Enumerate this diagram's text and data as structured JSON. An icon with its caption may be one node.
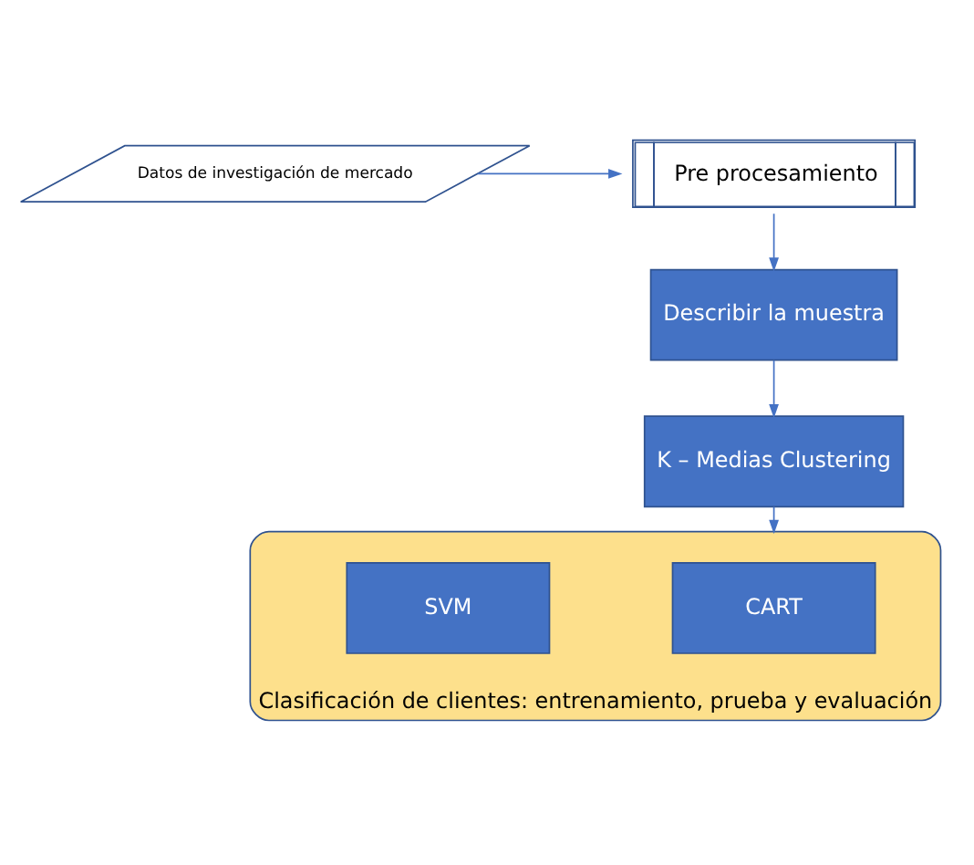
{
  "diagram": {
    "nodes": [
      {
        "text": [
          "Datos de investigación de mercado"
        ]
      },
      {
        "text": [
          "Pre procesamiento"
        ]
      },
      {
        "text": [
          "Describir la muestra"
        ]
      },
      {
        "text": [
          "K – Medias Clustering"
        ]
      },
      {
        "text": [
          "Clasificación de clientes: entrenamiento, prueba y evaluación"
        ]
      },
      {
        "text": [
          "CART"
        ],
        "in": 4
      },
      {
        "text": [
          "SVM"
        ],
        "in": 4
      }
    ],
    "edges": [
      {
        "from": 0,
        "to": 1,
        "arrow": "to"
      },
      {
        "from": 1,
        "to": 2,
        "arrow": "to"
      },
      {
        "from": 2,
        "to": 3,
        "arrow": "to"
      },
      {
        "from": 3,
        "to": 4,
        "arrow": "to"
      }
    ]
  }
}
